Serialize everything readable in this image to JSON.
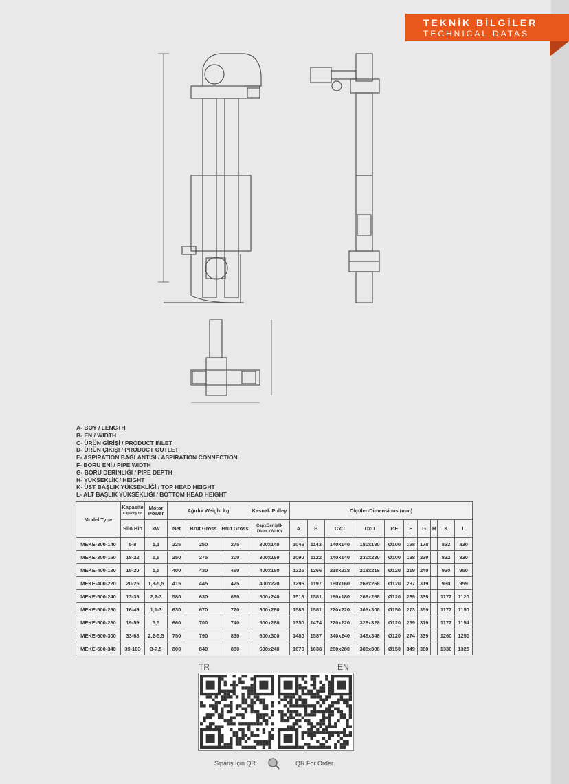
{
  "banner": {
    "tr": "TEKNİK BİLGİLER",
    "en": "TECHNICAL DATAS"
  },
  "legend": [
    "A- BOY / LENGTH",
    "B- EN / WIDTH",
    "C- ÜRÜN GİRİŞİ / PRODUCT INLET",
    "D- ÜRÜN ÇIKIŞI / PRODUCT OUTLET",
    "E- ASPIRATION BAĞLANTISI / ASPIRATION CONNECTION",
    "F- BORU ENİ / PIPE WIDTH",
    "G- BORU DERİNLİĞİ / PIPE DEPTH",
    "H- YÜKSEKLİK / HEIGHT",
    "K- ÜST BAŞLIK YÜKSEKLİĞİ / TOP HEAD HEIGHT",
    "L- ALT BAŞLIK YÜKSEKLİĞİ / BOTTOM HEAD HEIGHT"
  ],
  "table": {
    "h_model": "Model Type",
    "h_capacity": "Kapasite",
    "h_capacity_sub": "Capacity t/h",
    "h_silo": "Silo Bin",
    "h_motor": "Motor Power",
    "h_kw": "kW",
    "h_weight": "Ağırlık Weight kg",
    "h_net": "Net",
    "h_brut1": "Brüt Gross",
    "h_brut2": "Brüt Gross",
    "h_pulley": "Kasnak Pulley",
    "h_pulley_sub": "ÇapxGenişlik Diam.xWidth",
    "h_dims": "Ölçüler-Dimensions (mm)",
    "cols": [
      "A",
      "B",
      "CxC",
      "DxD",
      "ØE",
      "F",
      "G",
      "H",
      "K",
      "L"
    ],
    "rows": [
      [
        "MEKE-300-140",
        "5-8",
        "1,1",
        "225",
        "250",
        "275",
        "300x140",
        "1046",
        "1143",
        "140x140",
        "180x180",
        "Ø100",
        "198",
        "178",
        "",
        "832",
        "830"
      ],
      [
        "MEKE-300-160",
        "18-22",
        "1,5",
        "250",
        "275",
        "300",
        "300x160",
        "1090",
        "1122",
        "140x140",
        "230x230",
        "Ø100",
        "198",
        "239",
        "",
        "832",
        "830"
      ],
      [
        "MEKE-400-180",
        "15-20",
        "1,5",
        "400",
        "430",
        "460",
        "400x180",
        "1225",
        "1266",
        "218x218",
        "218x218",
        "Ø120",
        "219",
        "240",
        "",
        "930",
        "950"
      ],
      [
        "MEKE-400-220",
        "20-25",
        "1,8-5,5",
        "415",
        "445",
        "475",
        "400x220",
        "1296",
        "1197",
        "160x160",
        "268x268",
        "Ø120",
        "237",
        "319",
        "",
        "930",
        "959"
      ],
      [
        "MEKE-500-240",
        "13-39",
        "2,2-3",
        "580",
        "630",
        "680",
        "500x240",
        "1518",
        "1581",
        "180x180",
        "268x268",
        "Ø120",
        "239",
        "339",
        "",
        "1177",
        "1120"
      ],
      [
        "MEKE-500-260",
        "16-49",
        "1,1-3",
        "630",
        "670",
        "720",
        "500x260",
        "1585",
        "1581",
        "220x220",
        "308x308",
        "Ø150",
        "273",
        "359",
        "",
        "1177",
        "1150"
      ],
      [
        "MEKE-500-280",
        "19-59",
        "5,5",
        "660",
        "700",
        "740",
        "500x280",
        "1350",
        "1474",
        "220x220",
        "328x328",
        "Ø120",
        "269",
        "319",
        "",
        "1177",
        "1154"
      ],
      [
        "MEKE-600-300",
        "33-68",
        "2,2-5,5",
        "750",
        "790",
        "830",
        "600x300",
        "1480",
        "1587",
        "340x240",
        "348x348",
        "Ø120",
        "274",
        "339",
        "",
        "1260",
        "1250"
      ],
      [
        "MEKE-600-340",
        "39-103",
        "3-7,5",
        "800",
        "840",
        "880",
        "600x240",
        "1670",
        "1638",
        "280x280",
        "388x388",
        "Ø150",
        "349",
        "380",
        "",
        "1330",
        "1325"
      ]
    ]
  },
  "qr": {
    "tr_label": "TR",
    "en_label": "EN",
    "order_tr": "Sipariş İçin QR",
    "order_en": "QR For Order"
  },
  "icons": {
    "qr_search": "qr-search-icon"
  }
}
